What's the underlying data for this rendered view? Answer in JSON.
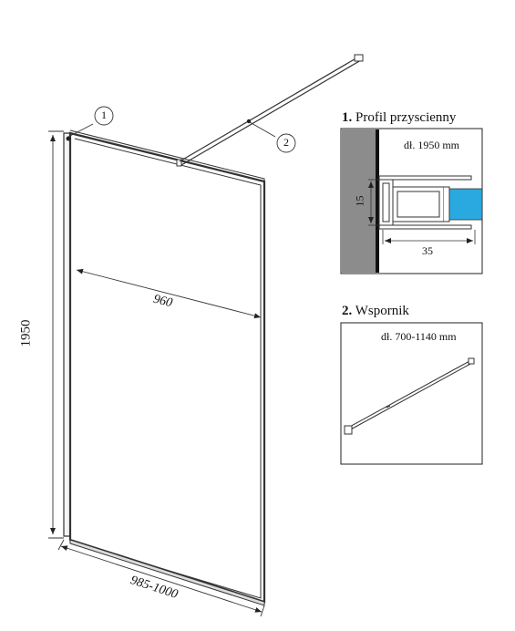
{
  "main_drawing": {
    "height_label": "1950",
    "width_inner_label": "960",
    "width_total_label": "985-1000",
    "callouts": [
      "1",
      "2"
    ]
  },
  "detail_profile": {
    "number": "1.",
    "title": "Profil przyscienny",
    "length_label": "dł. 1950 mm",
    "dim_height": "15",
    "dim_width": "35",
    "colors": {
      "wall": "#8c8c8c",
      "glass": "#2aa9e0"
    }
  },
  "detail_support": {
    "number": "2.",
    "title": "Wspornik",
    "length_label": "dł. 700-1140 mm"
  }
}
